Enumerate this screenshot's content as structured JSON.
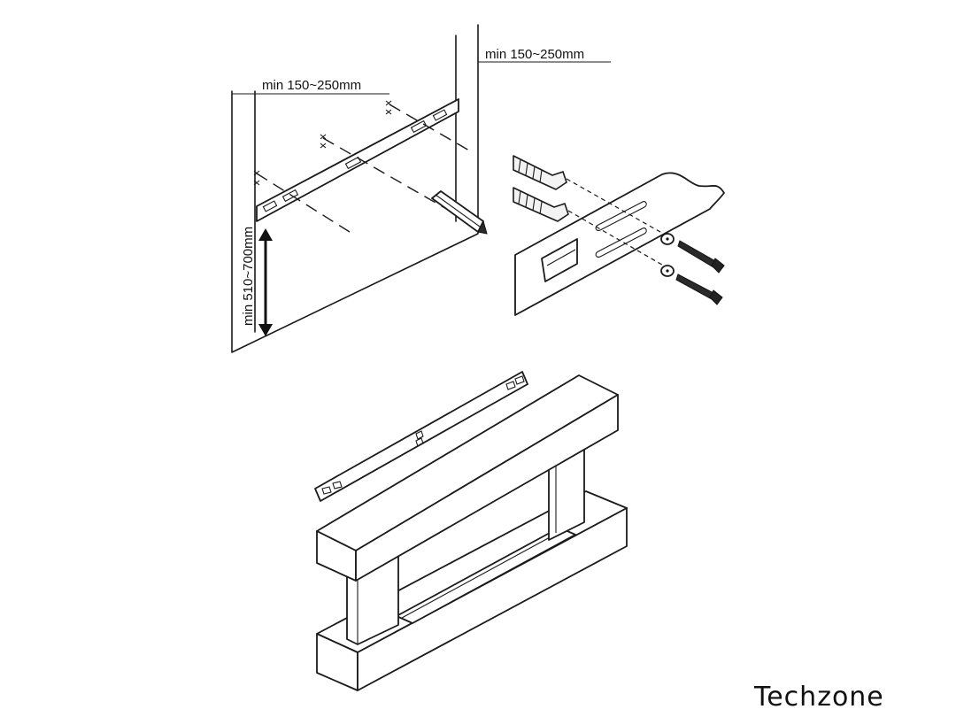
{
  "labels": {
    "top_right_dimension": "min 150~250mm",
    "top_left_dimension": "min 150~250mm",
    "vertical_dimension": "min 510~700mm"
  },
  "brand": {
    "watermark": "Techzone"
  },
  "icons": [
    "wall-plug-icon",
    "screw-icon",
    "washer-icon",
    "pencil-icon",
    "double-arrow-icon"
  ]
}
